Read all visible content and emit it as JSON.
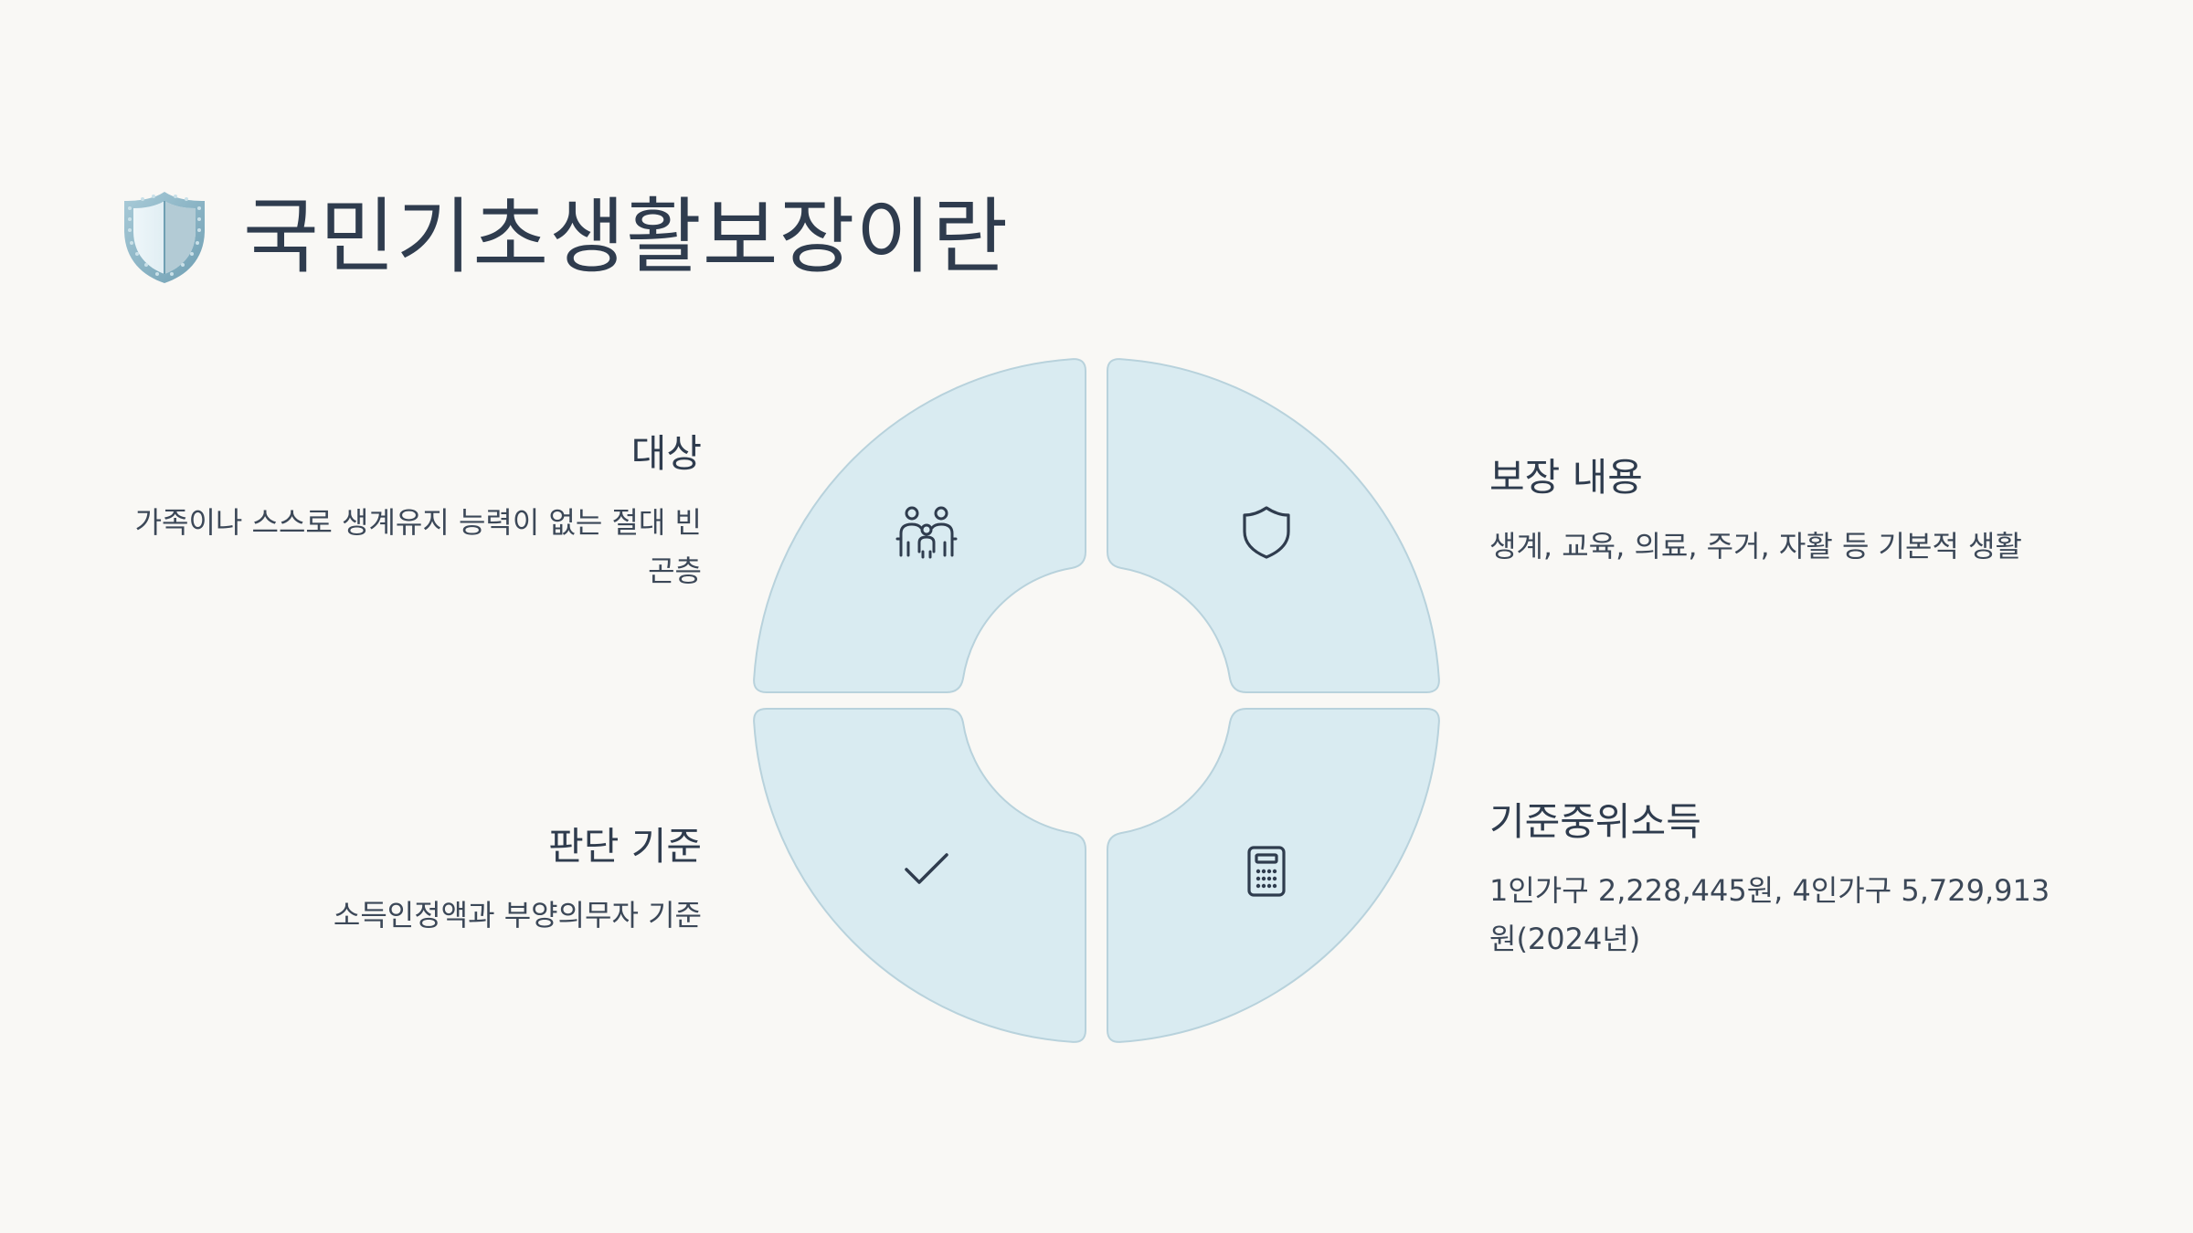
{
  "header": {
    "title": "국민기초생활보장이란",
    "icon": "shield-emblem-icon"
  },
  "diagram": {
    "type": "four-quadrant-ring",
    "fill_color": "#d9ebf1",
    "stroke_color": "#b8d2dc",
    "icon_color": "#2f3c4e",
    "quadrants": [
      {
        "position": "top-left",
        "icon": "family-icon",
        "title": "대상",
        "description": "가족이나 스스로 생계유지 능력이 없는 절대 빈곤층"
      },
      {
        "position": "top-right",
        "icon": "shield-icon",
        "title": "보장 내용",
        "description": "생계, 교육, 의료, 주거, 자활 등 기본적 생활"
      },
      {
        "position": "bottom-left",
        "icon": "checkmark-icon",
        "title": "판단 기준",
        "description": "소득인정액과 부양의무자 기준"
      },
      {
        "position": "bottom-right",
        "icon": "calculator-icon",
        "title": "기준중위소득",
        "description": "1인가구 2,228,445원, 4인가구 5,729,913원(2024년)"
      }
    ]
  },
  "colors": {
    "background": "#f9f8f5",
    "text": "#2f3c4e"
  }
}
